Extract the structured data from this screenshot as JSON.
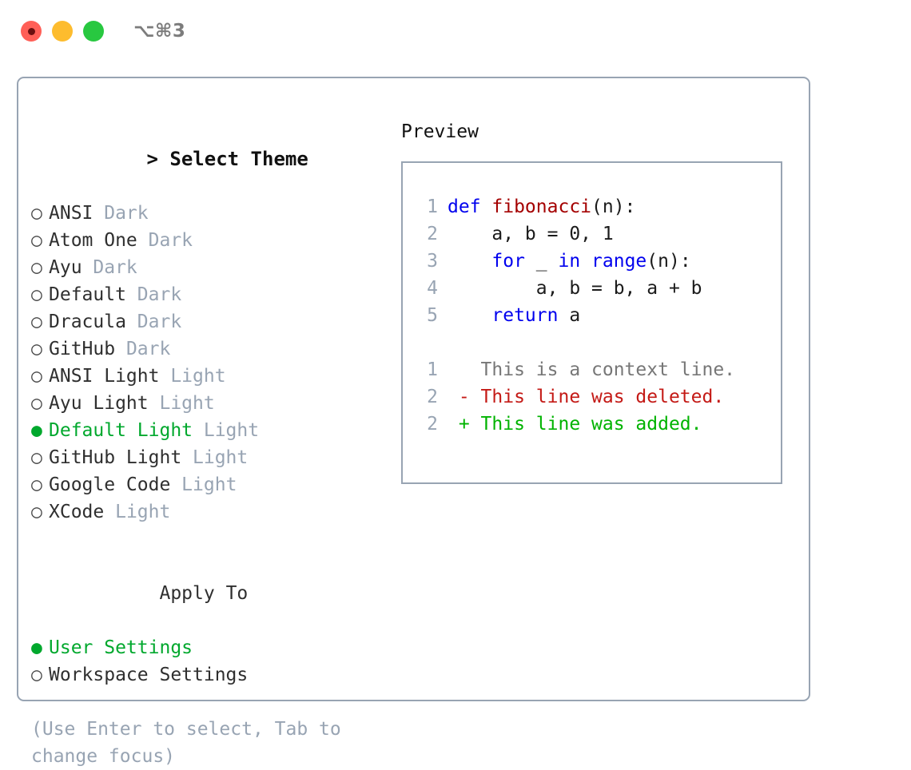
{
  "titlebar": {
    "shortcut": "⌥⌘3",
    "buttons": [
      {
        "name": "close",
        "color": "#ff5f57"
      },
      {
        "name": "minimize",
        "color": "#fdbc2e"
      },
      {
        "name": "maximize",
        "color": "#28c840"
      }
    ]
  },
  "theme_picker": {
    "header_prefix": "> ",
    "header": "Select Theme",
    "bullet_unselected": "○",
    "bullet_selected": "●",
    "items": [
      {
        "label": "ANSI",
        "tag": "Dark",
        "selected": false
      },
      {
        "label": "Atom One",
        "tag": "Dark",
        "selected": false
      },
      {
        "label": "Ayu",
        "tag": "Dark",
        "selected": false
      },
      {
        "label": "Default",
        "tag": "Dark",
        "selected": false
      },
      {
        "label": "Dracula",
        "tag": "Dark",
        "selected": false
      },
      {
        "label": "GitHub",
        "tag": "Dark",
        "selected": false
      },
      {
        "label": "ANSI Light",
        "tag": "Light",
        "selected": false
      },
      {
        "label": "Ayu Light",
        "tag": "Light",
        "selected": false
      },
      {
        "label": "Default Light",
        "tag": "Light",
        "selected": true
      },
      {
        "label": "GitHub Light",
        "tag": "Light",
        "selected": false
      },
      {
        "label": "Google Code",
        "tag": "Light",
        "selected": false
      },
      {
        "label": "XCode",
        "tag": "Light",
        "selected": false
      }
    ]
  },
  "apply_to": {
    "title": "Apply To",
    "options": [
      {
        "label": "User Settings",
        "selected": true
      },
      {
        "label": "Workspace Settings",
        "selected": false
      }
    ]
  },
  "hint": {
    "line1": "(Use Enter to select, Tab to",
    "line2": "change focus)"
  },
  "preview": {
    "title": "Preview",
    "code_lines": [
      {
        "num": "1",
        "tokens": [
          {
            "t": "def ",
            "c": "kw"
          },
          {
            "t": "fibonacci",
            "c": "fn"
          },
          {
            "t": "(n):",
            "c": "plain"
          }
        ]
      },
      {
        "num": "2",
        "tokens": [
          {
            "t": "    a, b = 0, 1",
            "c": "plain"
          }
        ]
      },
      {
        "num": "3",
        "tokens": [
          {
            "t": "    ",
            "c": "plain"
          },
          {
            "t": "for",
            "c": "kw"
          },
          {
            "t": " _ ",
            "c": "plain"
          },
          {
            "t": "in",
            "c": "kw"
          },
          {
            "t": " ",
            "c": "plain"
          },
          {
            "t": "range",
            "c": "kw"
          },
          {
            "t": "(n):",
            "c": "plain"
          }
        ]
      },
      {
        "num": "4",
        "tokens": [
          {
            "t": "        a, b = b, a + b",
            "c": "plain"
          }
        ]
      },
      {
        "num": "5",
        "tokens": [
          {
            "t": "    ",
            "c": "plain"
          },
          {
            "t": "return",
            "c": "kw"
          },
          {
            "t": " a",
            "c": "plain"
          }
        ]
      }
    ],
    "diff_lines": [
      {
        "num": "1",
        "tokens": [
          {
            "t": "   This is a context line.",
            "c": "ctx"
          }
        ]
      },
      {
        "num": "2",
        "tokens": [
          {
            "t": " - This line was deleted.",
            "c": "del"
          }
        ]
      },
      {
        "num": "2",
        "tokens": [
          {
            "t": " + This line was added.",
            "c": "add"
          }
        ]
      }
    ]
  },
  "colors": {
    "accent_green": "#00a82d",
    "muted": "#98a4b3",
    "keyword_blue": "#0000ee",
    "function_red": "#a40000",
    "diff_add": "#00b300",
    "diff_del": "#c41a16",
    "border": "#98a4b3"
  }
}
